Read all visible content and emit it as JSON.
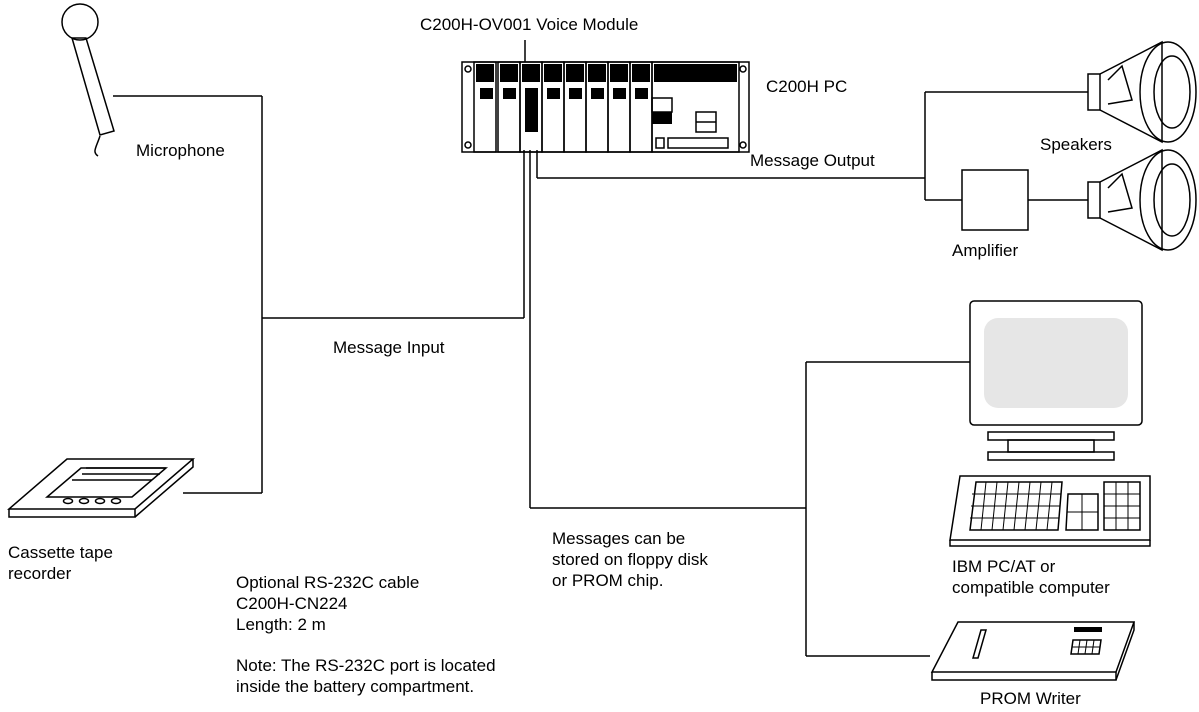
{
  "labels": {
    "voice_module": "C200H-OV001 Voice Module",
    "pc": "C200H PC",
    "microphone": "Microphone",
    "speakers": "Speakers",
    "message_output": "Message Output",
    "amplifier": "Amplifier",
    "message_input": "Message Input",
    "cassette": [
      "Cassette tape",
      "recorder"
    ],
    "storage_note": [
      "Messages can be",
      "stored on floppy disk",
      "or PROM chip."
    ],
    "computer": [
      "IBM PC/AT or",
      "compatible computer"
    ],
    "cable": [
      "Optional RS-232C cable",
      "C200H-CN224",
      "Length: 2 m"
    ],
    "port_note": [
      "Note: The RS-232C port is located",
      "inside the battery compartment."
    ],
    "prom_writer": "PROM Writer"
  },
  "colors": {
    "line": "#000000",
    "screen": "#e6e6e6",
    "background": "#ffffff"
  },
  "icons": [
    "microphone-icon",
    "plc-rack-icon",
    "speaker-icon",
    "amplifier-icon",
    "cassette-recorder-icon",
    "computer-monitor-icon",
    "keyboard-icon",
    "prom-writer-icon"
  ]
}
